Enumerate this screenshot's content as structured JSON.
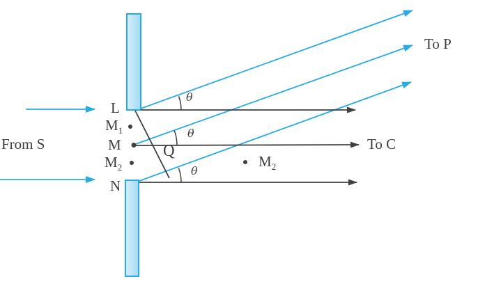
{
  "figure": {
    "source_label": "From S",
    "to_p_label": "To P",
    "to_c_label": "To C",
    "theta_label": "θ",
    "points": {
      "L": "L",
      "M1_base": "M",
      "M1_sub": "1",
      "M": "M",
      "M2_base": "M",
      "M2_sub": "2",
      "N": "N",
      "Q": "Q",
      "M2_right_base": "M",
      "M2_right_sub": "2"
    },
    "colors": {
      "ray_cyan": "#29abe2",
      "line_dark": "#404042",
      "text_dark": "#3e3e40",
      "barrier_border": "#29abe2",
      "barrier_fill_start": "#d6eefb",
      "barrier_fill_end": "#a3daf3",
      "background": "#ffffff"
    }
  }
}
